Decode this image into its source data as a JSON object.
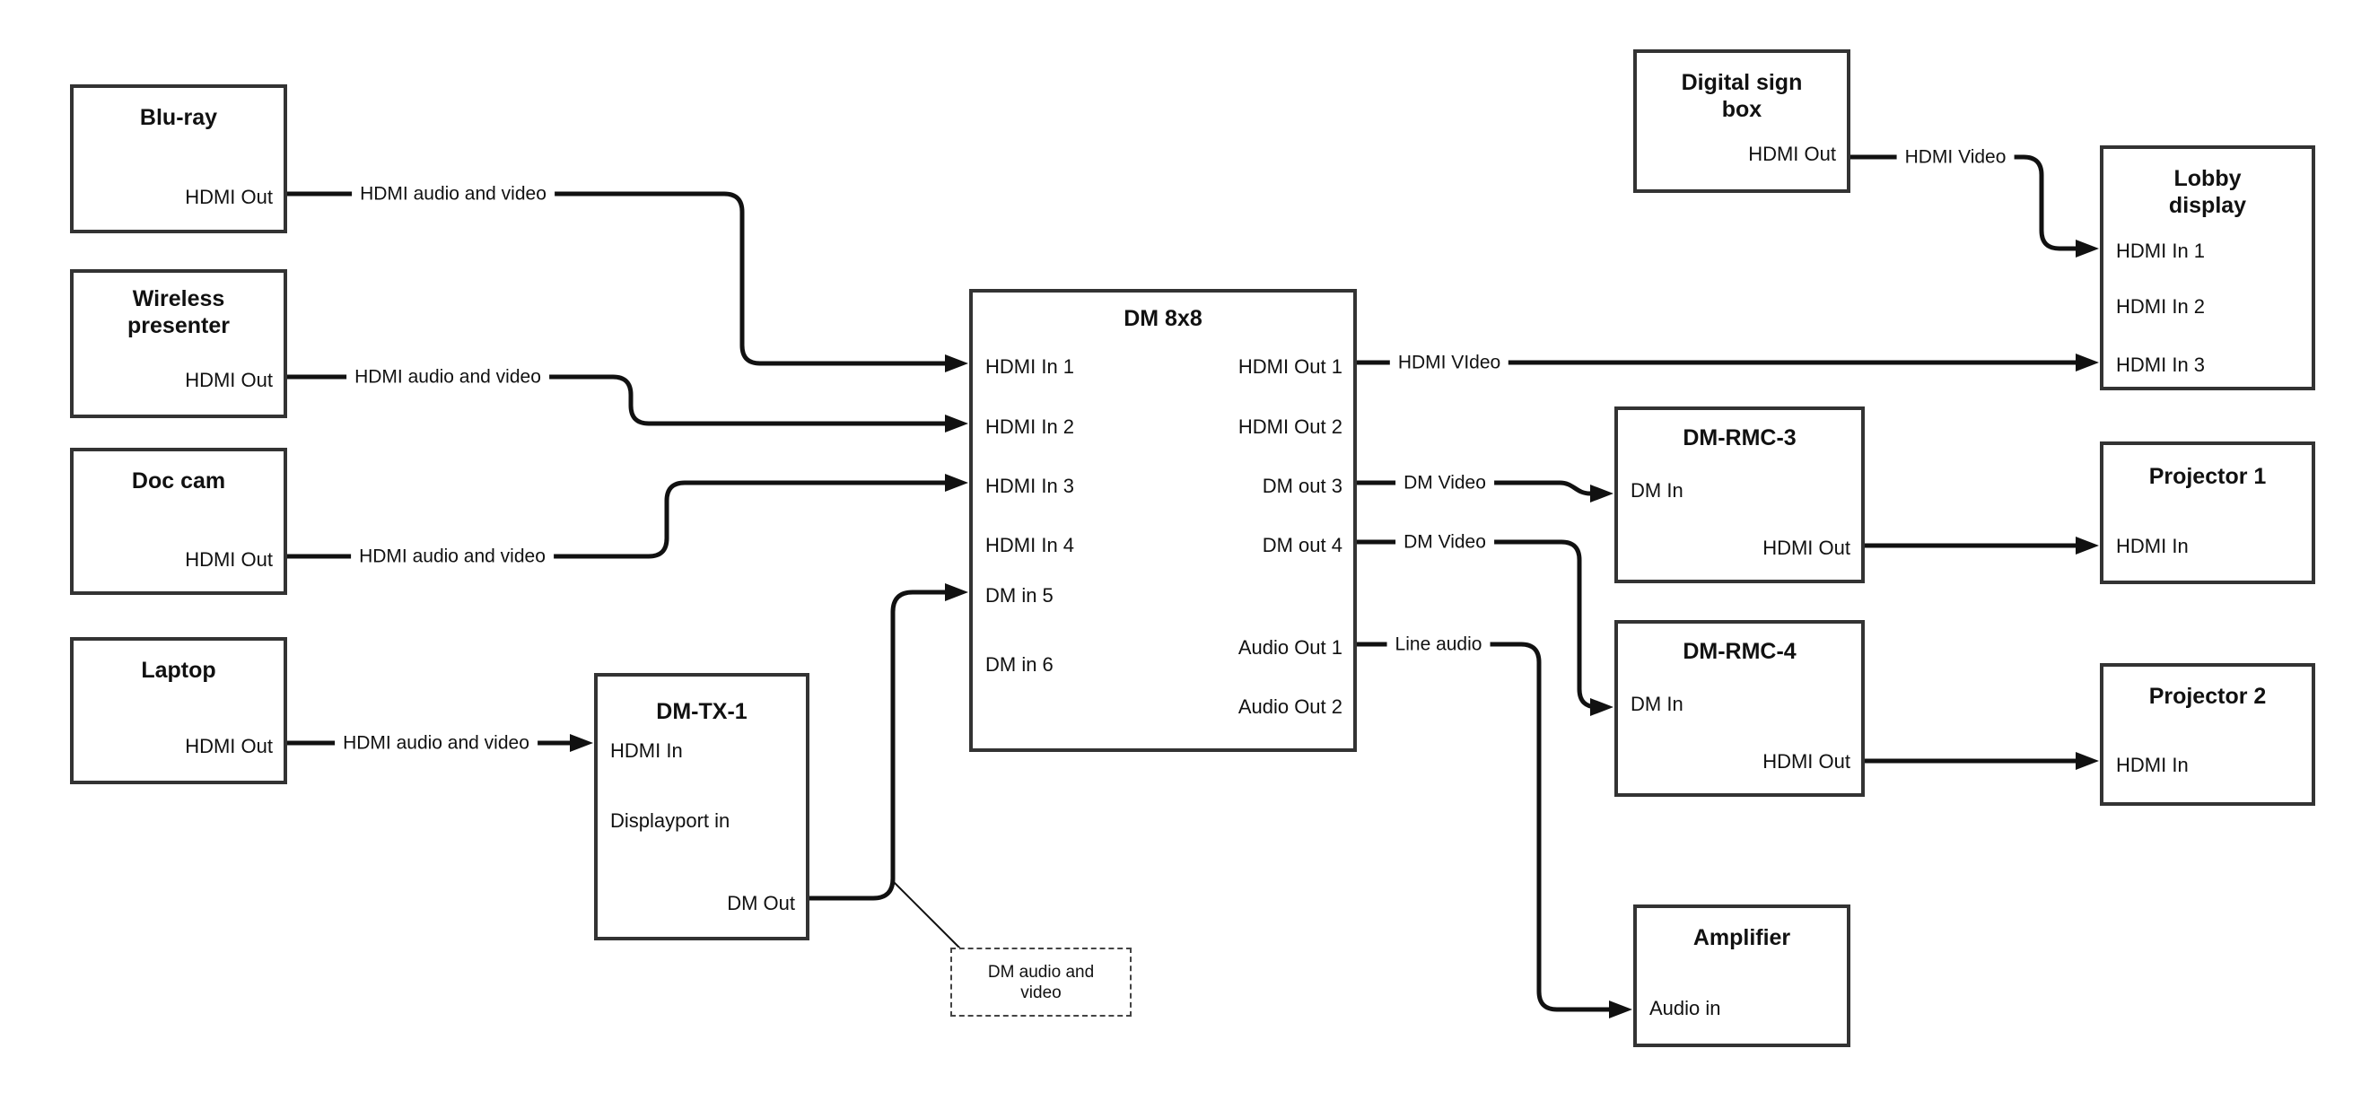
{
  "nodes": {
    "bluray": {
      "title": "Blu-ray",
      "port_hdmi_out": "HDMI Out"
    },
    "wireless_presenter": {
      "title": "Wireless presenter",
      "port_hdmi_out": "HDMI Out"
    },
    "doc_cam": {
      "title": "Doc cam",
      "port_hdmi_out": "HDMI Out"
    },
    "laptop": {
      "title": "Laptop",
      "port_hdmi_out": "HDMI Out"
    },
    "dm_tx_1": {
      "title": "DM-TX-1",
      "port_hdmi_in": "HDMI In",
      "port_displayport_in": "Displayport in",
      "port_dm_out": "DM Out"
    },
    "dm_8x8": {
      "title": "DM 8x8",
      "port_hdmi_in_1": "HDMI In 1",
      "port_hdmi_in_2": "HDMI In 2",
      "port_hdmi_in_3": "HDMI In 3",
      "port_hdmi_in_4": "HDMI In 4",
      "port_dm_in_5": "DM in 5",
      "port_dm_in_6": "DM in 6",
      "port_hdmi_out_1": "HDMI Out 1",
      "port_hdmi_out_2": "HDMI Out 2",
      "port_dm_out_3": "DM out 3",
      "port_dm_out_4": "DM out 4",
      "port_audio_out_1": "Audio Out 1",
      "port_audio_out_2": "Audio Out 2"
    },
    "digital_sign_box": {
      "title": "Digital sign box",
      "port_hdmi_out": "HDMI Out"
    },
    "lobby_display": {
      "title": "Lobby display",
      "port_hdmi_in_1": "HDMI In 1",
      "port_hdmi_in_2": "HDMI In 2",
      "port_hdmi_in_3": "HDMI In 3"
    },
    "dm_rmc_3": {
      "title": "DM-RMC-3",
      "port_dm_in": "DM In",
      "port_hdmi_out": "HDMI Out"
    },
    "dm_rmc_4": {
      "title": "DM-RMC-4",
      "port_dm_in": "DM In",
      "port_hdmi_out": "HDMI Out"
    },
    "projector_1": {
      "title": "Projector 1",
      "port_hdmi_in": "HDMI In"
    },
    "projector_2": {
      "title": "Projector 2",
      "port_hdmi_in": "HDMI In"
    },
    "amplifier": {
      "title": "Amplifier",
      "port_audio_in": "Audio in"
    }
  },
  "cable_labels": {
    "bluray_to_dm8x8": "HDMI audio and video",
    "wireless_to_dm8x8": "HDMI audio and video",
    "doccam_to_dm8x8": "HDMI audio and video",
    "laptop_to_dmtx1": "HDMI audio and video",
    "hdmi_out_1_to_lobby": "HDMI VIdeo",
    "dm_out_3_to_rmc3": "DM Video",
    "dm_out_4_to_rmc4": "DM Video",
    "audio_out_1_to_amp": "Line audio",
    "digital_sign_to_lobby": "HDMI Video",
    "dm_out_annotation": "DM audio and video"
  },
  "colors": {
    "background": "#ffffff",
    "line": "#111111",
    "box_border": "#333333",
    "text": "#111111"
  }
}
